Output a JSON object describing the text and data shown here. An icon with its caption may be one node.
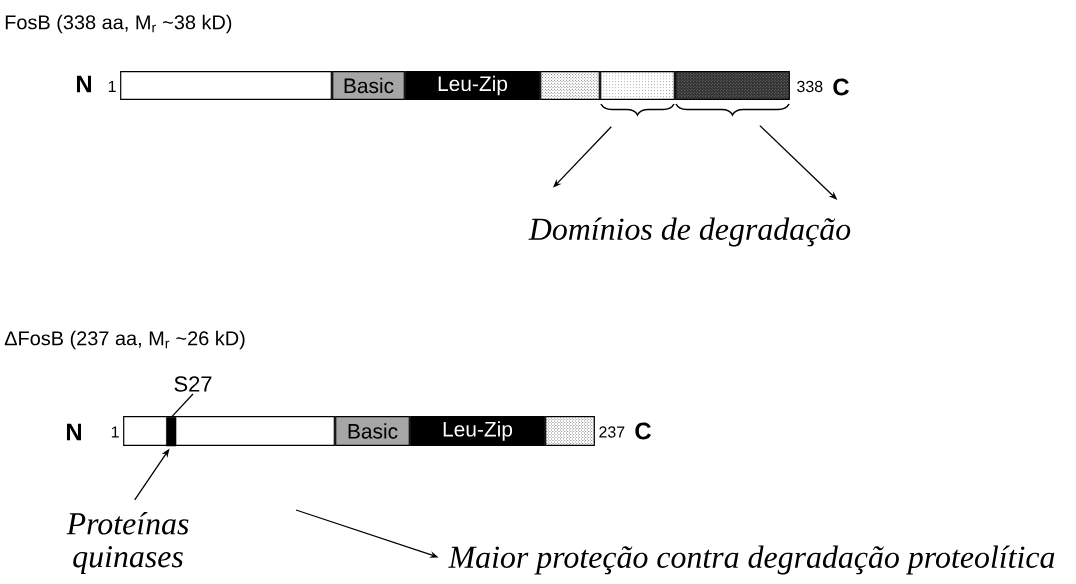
{
  "diagram": {
    "nodes": [
      {
        "text": [],
        "shape": "box",
        "beside": [
          "1"
        ]
      },
      {
        "text": [
          "Basic"
        ]
      },
      {
        "text": [
          "Leu-Zip"
        ]
      },
      {
        "text": [],
        "shape": "box"
      },
      {
        "text": [],
        "shape": "box"
      },
      {
        "text": [],
        "shape": "box",
        "beside": [
          "338"
        ]
      },
      {
        "text": [
          "Domínios de degradação"
        ]
      },
      {
        "text": [],
        "shape": "box",
        "beside": [
          "1"
        ]
      },
      {
        "text": [],
        "shape": "bar",
        "in": 7
      },
      {
        "text": [
          "S27"
        ]
      },
      {
        "text": [
          "Basic"
        ]
      },
      {
        "text": [
          "Leu-Zip"
        ]
      },
      {
        "text": [],
        "shape": "box",
        "beside": [
          "237"
        ]
      },
      {
        "text": [
          "Proteínas quinases"
        ]
      },
      {
        "text": [
          "Maior proteção contra degradação proteolítica"
        ]
      }
    ],
    "edges": [
      {
        "from": 4,
        "to": 6,
        "arrow": "to"
      },
      {
        "from": 5,
        "to": 6,
        "arrow": "to"
      },
      {
        "from": 9,
        "to": 8,
        "arrow": "none"
      },
      {
        "from": 13,
        "to": 8,
        "arrow": "to"
      },
      {
        "from": null,
        "to": 14,
        "arrow": "to"
      }
    ],
    "labels": [
      "FosB (338 aa, M$_{r}$ ~38 kD)",
      "N",
      "C",
      "ΔFosB (237 aa, M$_{r}$ ~26 kD)",
      "N",
      "C"
    ]
  }
}
